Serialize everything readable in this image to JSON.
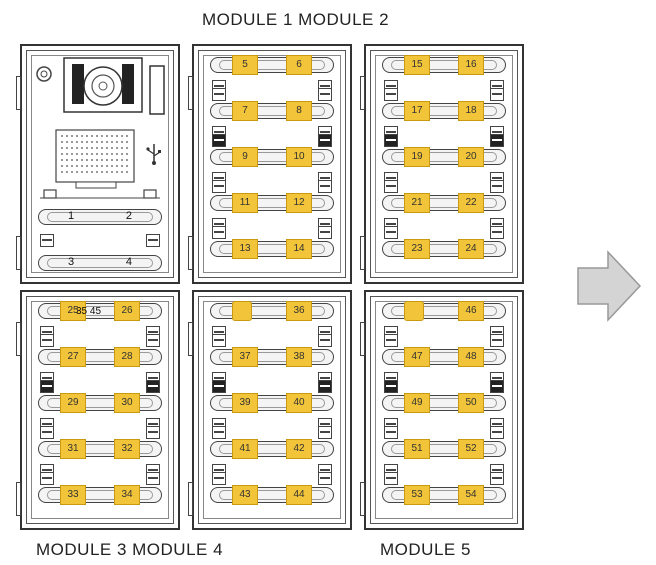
{
  "captions": {
    "top": "MODULE 1 MODULE 2",
    "bottom_left": "MODULE 3 MODULE 4",
    "bottom_right": "MODULE 5"
  },
  "speaker_module": {
    "buttons": [
      {
        "left": "1",
        "right": "2"
      },
      {
        "left": "3",
        "right": "4"
      }
    ]
  },
  "modules": [
    {
      "id": "module-1",
      "rows": [
        [
          "5",
          "6"
        ],
        [
          "7",
          "8"
        ],
        [
          "9",
          "10"
        ],
        [
          "11",
          "12"
        ],
        [
          "13",
          "14"
        ]
      ]
    },
    {
      "id": "module-2",
      "rows": [
        [
          "15",
          "16"
        ],
        [
          "17",
          "18"
        ],
        [
          "19",
          "20"
        ],
        [
          "21",
          "22"
        ],
        [
          "23",
          "24"
        ]
      ]
    },
    {
      "id": "module-3",
      "rows": [
        [
          "25",
          "26"
        ],
        [
          "27",
          "28"
        ],
        [
          "29",
          "30"
        ],
        [
          "31",
          "32"
        ],
        [
          "33",
          "34"
        ]
      ]
    },
    {
      "id": "module-4",
      "rows": [
        [
          "",
          "36"
        ],
        [
          "37",
          "38"
        ],
        [
          "39",
          "40"
        ],
        [
          "41",
          "42"
        ],
        [
          "43",
          "44"
        ]
      ]
    },
    {
      "id": "module-5",
      "rows": [
        [
          "",
          "46"
        ],
        [
          "47",
          "48"
        ],
        [
          "49",
          "50"
        ],
        [
          "51",
          "52"
        ],
        [
          "53",
          "54"
        ]
      ]
    }
  ],
  "overlay_note": "35 45",
  "colors": {
    "tag": "#f2c43a",
    "line": "#333333"
  },
  "icons": [
    "speaker-icon",
    "usb-icon",
    "right-arrow-icon"
  ]
}
